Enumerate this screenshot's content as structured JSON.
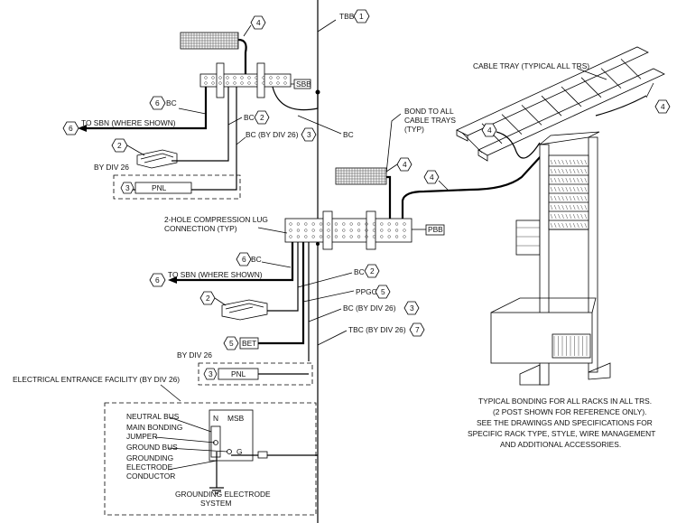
{
  "labels": {
    "tbb": "TBB",
    "sbb": "SBB",
    "pbb": "PBB",
    "bc": "BC",
    "bc_div": "BC (BY DIV 26)",
    "to_sbn": "TO SBN (WHERE SHOWN)",
    "by_div26": "BY DIV 26",
    "pnl": "PNL",
    "bond_trays": [
      "BOND TO ALL",
      "CABLE TRAYS",
      "(TYP)"
    ],
    "lug": [
      "2-HOLE COMPRESSION LUG",
      "CONNECTION (TYP)"
    ],
    "ppgc": "PPGC",
    "bet": "BET",
    "tbc_div": "TBC (BY DIV 26)",
    "eef": "ELECTRICAL ENTRANCE FACILITY (BY DIV 26)",
    "neutral_bus": "NEUTRAL BUS",
    "main_bonding": [
      "MAIN BONDING",
      "JUMPER"
    ],
    "ground_bus": "GROUND BUS",
    "gec": [
      "GROUNDING",
      "ELECTRODE",
      "CONDUCTOR"
    ],
    "n": "N",
    "g": "G",
    "msb": "MSB",
    "ges": [
      "GROUNDING ELECTRODE",
      "SYSTEM"
    ],
    "cable_tray": "CABLE TRAY (TYPICAL ALL TRS)",
    "note": [
      "TYPICAL BONDING FOR ALL RACKS IN ALL TRS.",
      "(2 POST SHOWN FOR REFERENCE ONLY).",
      "SEE THE DRAWINGS AND SPECIFICATIONS FOR",
      "SPECIFIC RACK TYPE, STYLE, WIRE MANAGEMENT",
      "AND ADDITIONAL ACCESSORIES."
    ]
  },
  "tags": {
    "t1": "1",
    "t2": "2",
    "t3": "3",
    "t4": "4",
    "t5": "5",
    "t6": "6",
    "t7": "7"
  }
}
